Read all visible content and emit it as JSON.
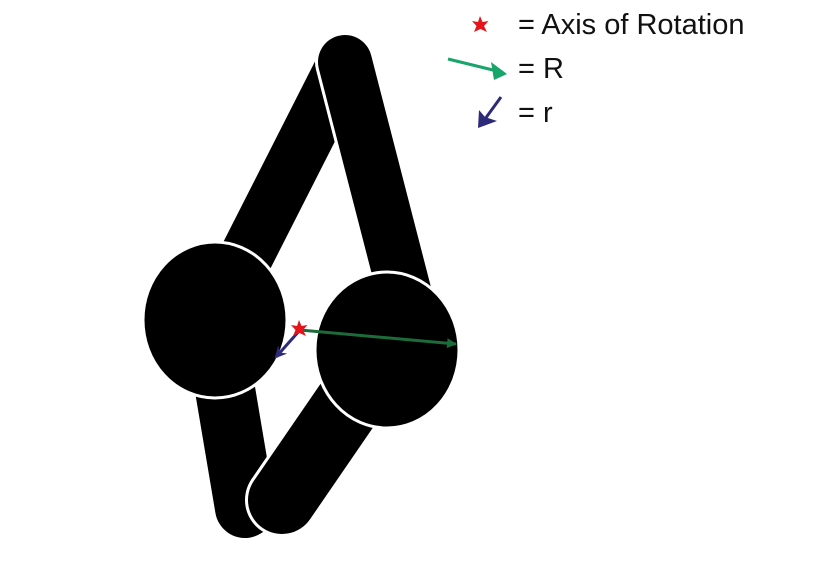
{
  "legend": {
    "items": [
      {
        "symbol": "red-star-icon",
        "text": "= Axis of Rotation",
        "color": "#e5141b"
      },
      {
        "symbol": "green-arrow-icon",
        "text": "= R",
        "color": "#18a56b"
      },
      {
        "symbol": "blue-arrow-icon",
        "text": "= r",
        "color": "#2e2a7a"
      }
    ]
  },
  "colors": {
    "body": "#000000",
    "outline": "#ffffff",
    "axis_star": "#e5141b",
    "vector_R": "#1c6b3a",
    "vector_r": "#2e2a7a",
    "background": "#ffffff"
  }
}
